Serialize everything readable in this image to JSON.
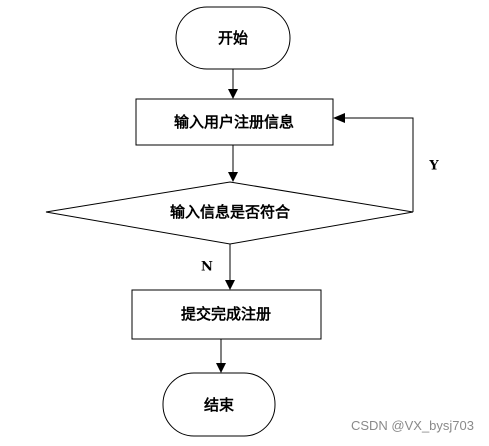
{
  "diagram": {
    "nodes": {
      "start": "开始",
      "input": "输入用户注册信息",
      "decision": "输入信息是否符合",
      "submit": "提交完成注册",
      "end": "结束"
    },
    "edges": {
      "yes_label": "Y",
      "no_label": "N"
    }
  },
  "watermark": "CSDN @VX_bysj703",
  "colors": {
    "stroke": "#000000",
    "fill": "#ffffff",
    "watermark": "#8a8a8a"
  }
}
